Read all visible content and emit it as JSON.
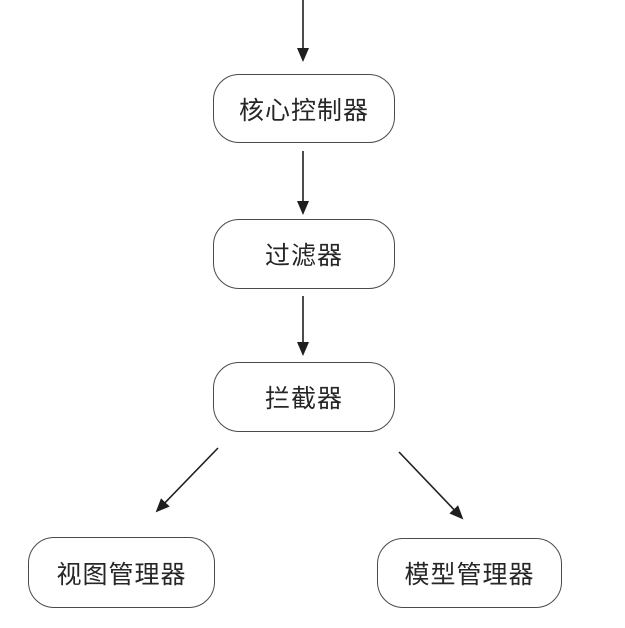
{
  "diagram": {
    "background_color": "#ffffff",
    "arrow_color": "#1f1f1f",
    "box_border_color": "#4a4a4a",
    "text_color": "#262626",
    "nodes": {
      "core_controller": {
        "label": "核心控制器"
      },
      "filter": {
        "label": "过滤器"
      },
      "interceptor": {
        "label": "拦截器"
      },
      "view_manager": {
        "label": "视图管理器"
      },
      "model_manager": {
        "label": "模型管理器"
      }
    },
    "edges": [
      {
        "from": "offscreen-top",
        "to": "core_controller"
      },
      {
        "from": "core_controller",
        "to": "filter"
      },
      {
        "from": "filter",
        "to": "interceptor"
      },
      {
        "from": "interceptor",
        "to": "view_manager"
      },
      {
        "from": "interceptor",
        "to": "model_manager"
      }
    ]
  }
}
